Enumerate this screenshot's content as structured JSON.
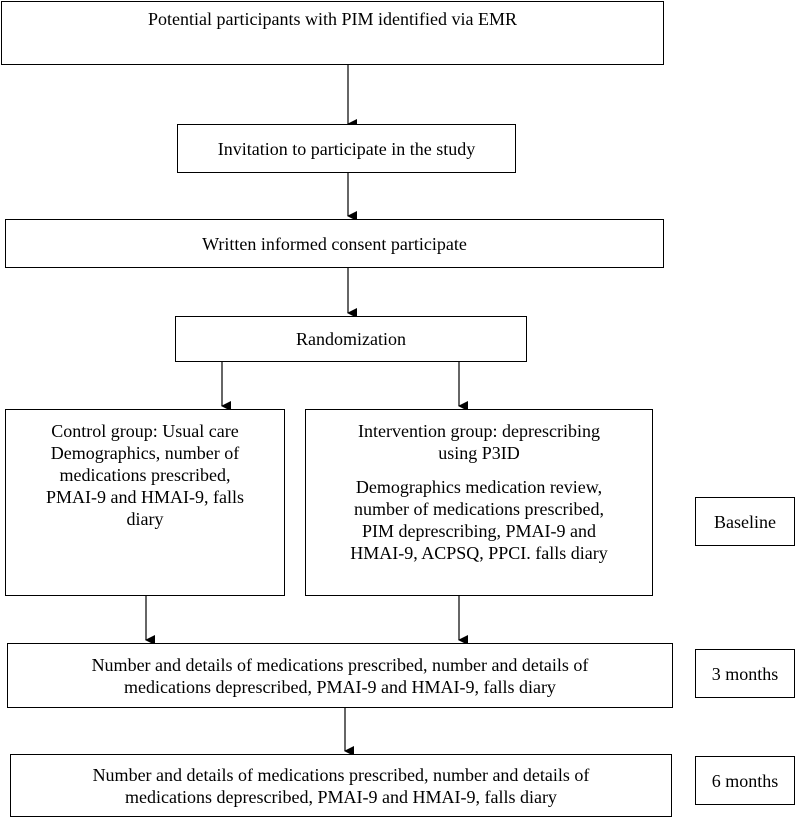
{
  "flow": {
    "identify": "Potential participants with PIM identified via EMR",
    "invitation": "Invitation to participate in the study",
    "consent": "Written informed consent participate",
    "randomization": "Randomization",
    "control": "Control group: Usual care\nDemographics, number of\nmedications prescribed,\nPMAI-9 and HMAI-9, falls\ndiary",
    "intervention_title": "Intervention group: deprescribing\nusing P3ID",
    "intervention_body": "Demographics medication review,\nnumber of medications prescribed,\nPIM deprescribing, PMAI-9 and\nHMAI-9, ACPSQ, PPCI. falls diary",
    "followup_3": "Number and details of medications prescribed, number and details of\nmedications deprescribed, PMAI-9 and HMAI-9, falls diary",
    "followup_6": "Number and details of medications prescribed, number and details of\nmedications deprescribed, PMAI-9 and HMAI-9, falls diary"
  },
  "timepoints": {
    "baseline": "Baseline",
    "three_months": "3 months",
    "six_months": "6 months"
  }
}
